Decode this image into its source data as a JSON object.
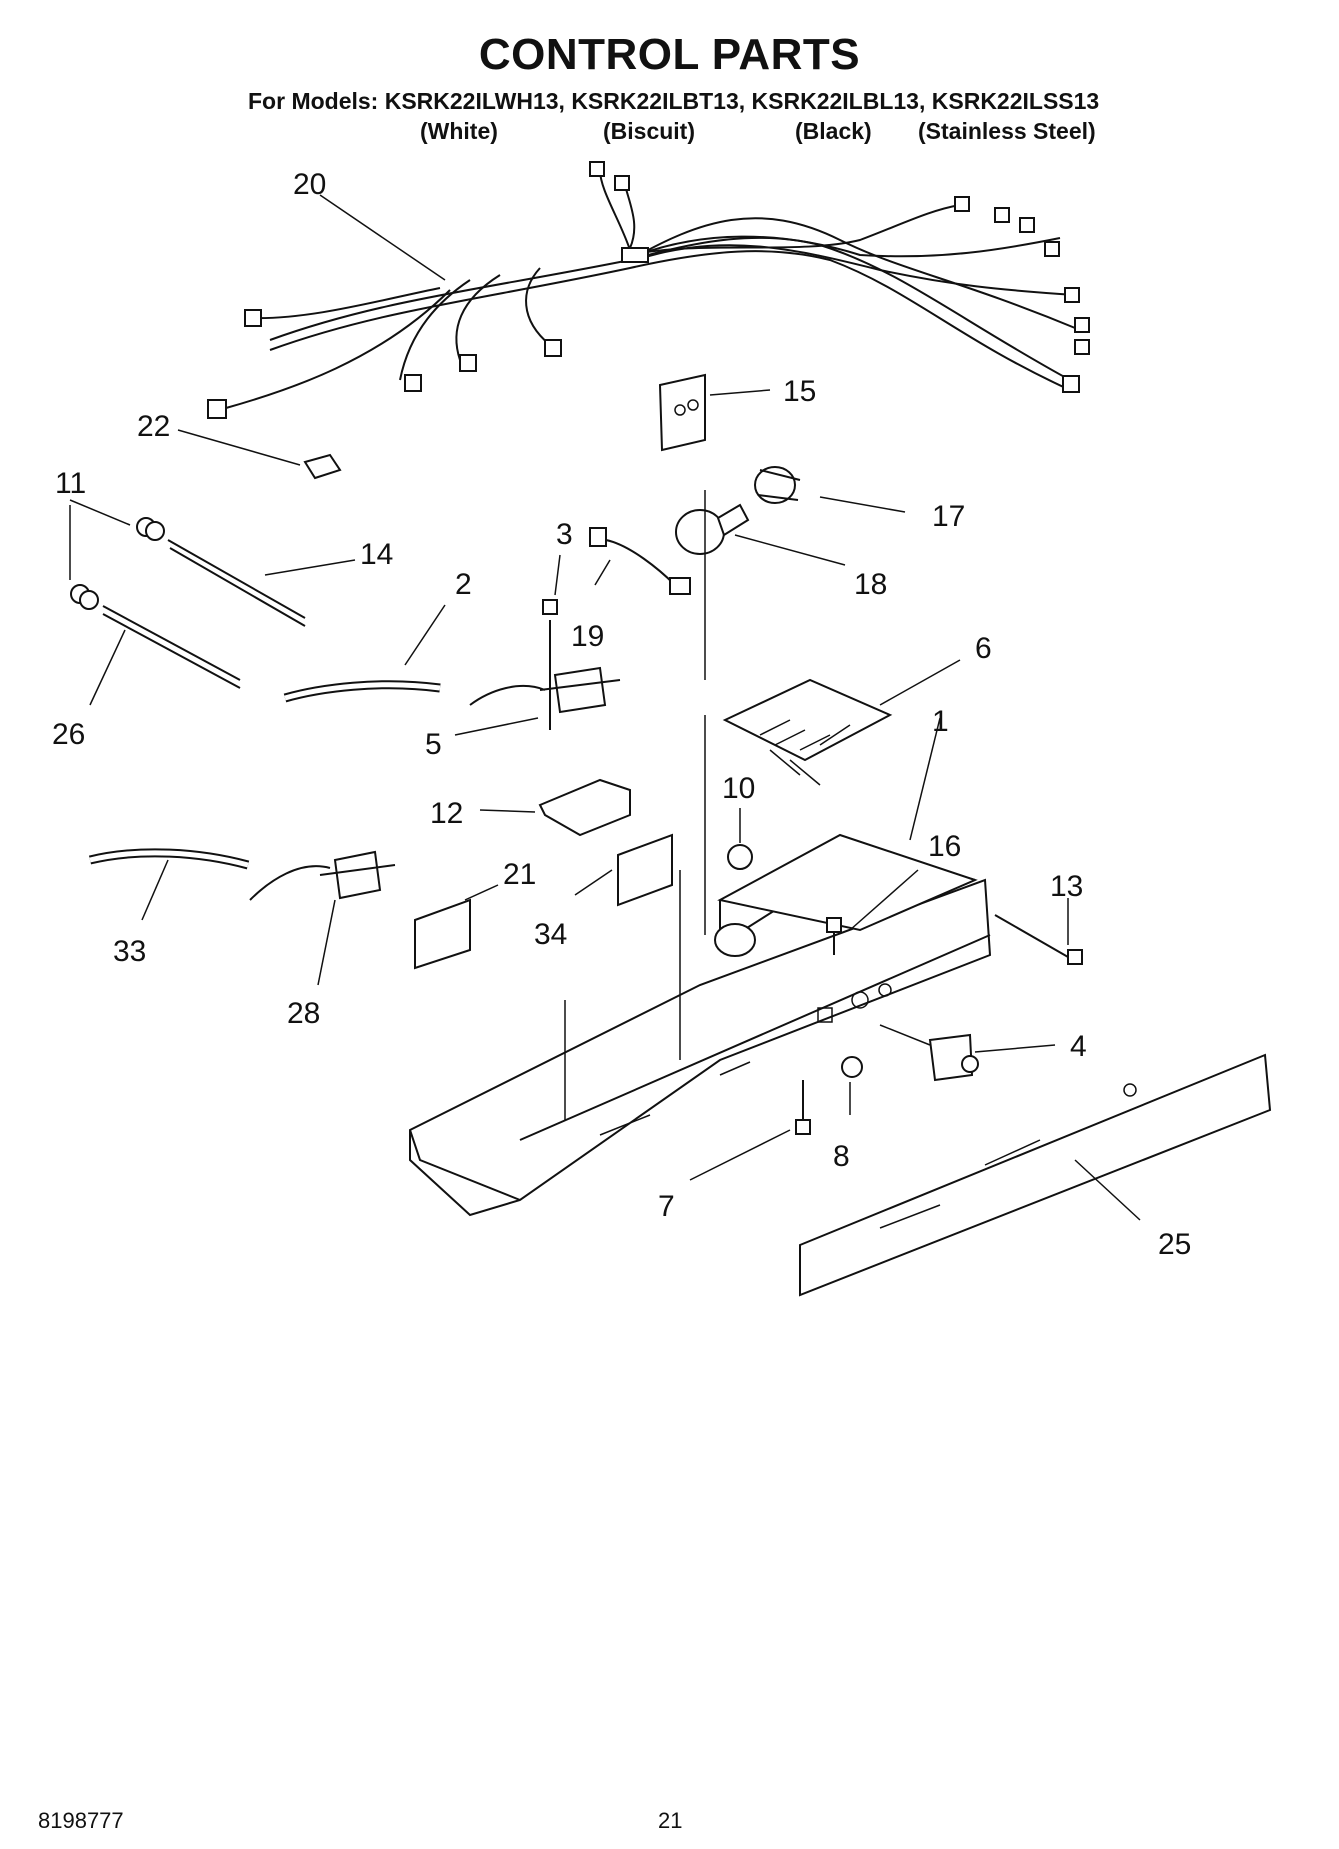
{
  "header": {
    "title": "CONTROL PARTS",
    "models_line": "For Models: KSRK22ILWH13, KSRK22ILBT13, KSRK22ILBL13, KSRK22ILSS13",
    "colors": [
      "(White)",
      "(Biscuit)",
      "(Black)",
      "(Stainless Steel)"
    ]
  },
  "callouts": [
    "20",
    "22",
    "15",
    "11",
    "17",
    "14",
    "3",
    "18",
    "2",
    "19",
    "26",
    "6",
    "5",
    "1",
    "12",
    "10",
    "16",
    "21",
    "13",
    "34",
    "33",
    "4",
    "28",
    "8",
    "7",
    "25"
  ],
  "footer": {
    "doc_number": "8198777",
    "page_number": "21"
  }
}
